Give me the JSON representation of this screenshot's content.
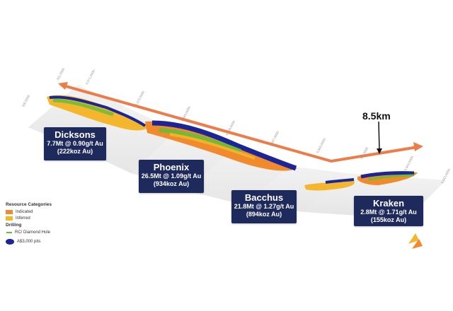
{
  "distance_label": "8.5km",
  "deposits": [
    {
      "name": "Dicksons",
      "line1": "7.7Mt @ 0.90g/t Au",
      "line2": "(222koz Au)"
    },
    {
      "name": "Phoenix",
      "line1": "26.5Mt @ 1.09g/t Au",
      "line2": "(934koz Au)"
    },
    {
      "name": "Bacchus",
      "line1": "21.8Mt @ 1.27g/t Au",
      "line2": "(894koz Au)"
    },
    {
      "name": "Kraken",
      "line1": "2.8Mt @ 1.71g/t Au",
      "line2": "(155koz Au)"
    }
  ],
  "legend": {
    "categories_title": "Resource Categories",
    "indicated": "Indicated",
    "inferred": "Inferred",
    "drilling_title": "Drilling",
    "rc_diamond": "RC/ Diamond Hole",
    "pits": "A$3,000 pits"
  },
  "coords": [
    "301,000E",
    "6,571,000N",
    "300,000E",
    "6,570,000N",
    "6,569,000N",
    "6,568,000N",
    "6,567,000N",
    "6,566,000N",
    "302,000E",
    "6,564,000N",
    "6,563,000N"
  ],
  "colors": {
    "label_bg": "#1f2a5c",
    "arrow": "#ee7c48",
    "indicated": "#f08a2c",
    "inferred": "#f3b62c",
    "drill": "#5fbf3a",
    "pit": "#1b2596"
  }
}
